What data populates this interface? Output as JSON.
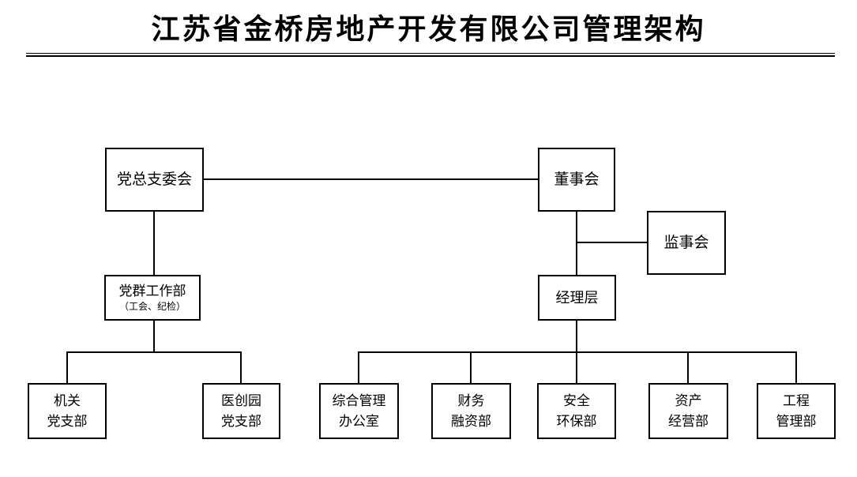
{
  "title": "江苏省金桥房地产开发有限公司管理架构",
  "colors": {
    "background": "#ffffff",
    "line": "#000000",
    "text": "#000000"
  },
  "nodes": {
    "party_committee": {
      "label": "党总支委会"
    },
    "board_of_directors": {
      "label": "董事会"
    },
    "board_of_supervisors": {
      "label": "监事会"
    },
    "party_mass_work_dept": {
      "label": "党群工作部",
      "sublabel": "（工会、纪检）"
    },
    "management_team": {
      "label": "经理层"
    },
    "organ_party_branch": {
      "line1": "机关",
      "line2": "党支部"
    },
    "yichuangyuan_party_branch": {
      "line1": "医创园",
      "line2": "党支部"
    },
    "general_management_office": {
      "line1": "综合管理",
      "line2": "办公室"
    },
    "finance_financing_dept": {
      "line1": "财务",
      "line2": "融资部"
    },
    "safety_environment_dept": {
      "line1": "安全",
      "line2": "环保部"
    },
    "asset_operation_dept": {
      "line1": "资产",
      "line2": "经营部"
    },
    "engineering_management_dept": {
      "line1": "工程",
      "line2": "管理部"
    }
  },
  "edges": [
    {
      "from": "党总支委会",
      "to": "董事会"
    },
    {
      "from": "党总支委会",
      "to": "党群工作部"
    },
    {
      "from": "董事会",
      "to": "监事会"
    },
    {
      "from": "董事会",
      "to": "经理层"
    },
    {
      "from": "党群工作部",
      "to": "机关党支部"
    },
    {
      "from": "党群工作部",
      "to": "医创园党支部"
    },
    {
      "from": "经理层",
      "to": "综合管理办公室"
    },
    {
      "from": "经理层",
      "to": "财务融资部"
    },
    {
      "from": "经理层",
      "to": "安全环保部"
    },
    {
      "from": "经理层",
      "to": "资产经营部"
    },
    {
      "from": "经理层",
      "to": "工程管理部"
    }
  ]
}
